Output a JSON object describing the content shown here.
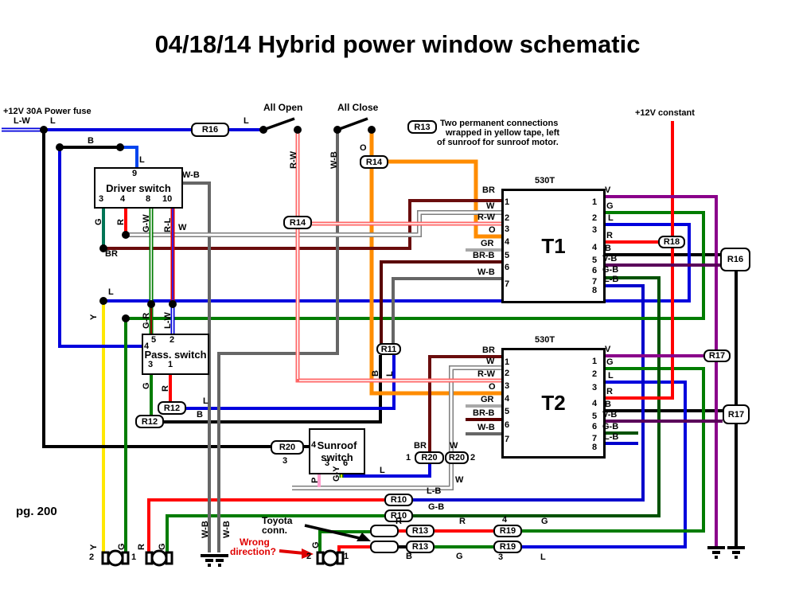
{
  "title": "04/18/14 Hybrid power window schematic",
  "page_ref": "pg. 200",
  "colors": {
    "wire_blue": "#0000dd",
    "wire_green": "#007c00",
    "wire_dark_green": "#005200",
    "wire_red": "#ff0000",
    "wire_maroon": "#6a0d0d",
    "wire_orange": "#ff8c00",
    "wire_yellow": "#ffe800",
    "wire_purple": "#8a008a",
    "wire_dark_purple": "#5a005a",
    "wire_gray": "#666666",
    "wire_light_gray": "#a8a8a8",
    "wire_pink": "#ff9ecd",
    "note_red": "#e00000",
    "wire_black": "#000000"
  },
  "components": {
    "driver_switch": "Driver switch",
    "pass_switch": "Pass. switch",
    "sunroof_line1": "Sunroof",
    "sunroof_line2": "switch",
    "t1": "T1",
    "t2": "T2",
    "t1_type": "530T",
    "t2_type": "530T"
  },
  "connectors": [
    {
      "id": "r16_top",
      "label": "R16"
    },
    {
      "id": "r14_a",
      "label": "R14"
    },
    {
      "id": "r14_b",
      "label": "R14"
    },
    {
      "id": "r13_top",
      "label": "R13"
    },
    {
      "id": "r18",
      "label": "R18"
    },
    {
      "id": "r16_r",
      "label": "R16"
    },
    {
      "id": "r17_a",
      "label": "R17"
    },
    {
      "id": "r17_b",
      "label": "R17"
    },
    {
      "id": "r11",
      "label": "R11"
    },
    {
      "id": "r12_a",
      "label": "R12"
    },
    {
      "id": "r12_b",
      "label": "R12"
    },
    {
      "id": "r20_sun",
      "label": "R20"
    },
    {
      "id": "r20_1",
      "label": "R20"
    },
    {
      "id": "r20_2",
      "label": "R20"
    },
    {
      "id": "r10_a",
      "label": "R10"
    },
    {
      "id": "r10_b",
      "label": "R10"
    },
    {
      "id": "r13_a",
      "label": "R13"
    },
    {
      "id": "r13_b",
      "label": "R13"
    },
    {
      "id": "r19_a",
      "label": "R19"
    },
    {
      "id": "r19_b",
      "label": "R19"
    },
    {
      "id": "conn_blank_a",
      "label": ""
    },
    {
      "id": "conn_blank_b",
      "label": ""
    }
  ],
  "labels": {
    "power_fuse": "+12V 30A Power fuse",
    "lw_top": "L-W",
    "l_1": "L",
    "l_2": "L",
    "b_top": "B",
    "l_pin9": "L",
    "all_open": "All Open",
    "all_close": "All Close",
    "rw_vert": "R-W",
    "wb_vert": "W-B",
    "o_vert": "O",
    "r13_note_1": "Two permanent connections",
    "r13_note_2": "wrapped in yellow tape, left",
    "r13_note_3": "of sunroof for sunroof motor.",
    "v12_constant": "+12V constant",
    "ds_pin9": "9",
    "ds_pin3": "3",
    "ds_pin4": "4",
    "ds_pin8": "8",
    "ds_pin10": "10",
    "ds_wb": "W-B",
    "ds_g": "G",
    "ds_r": "R",
    "ds_gw": "G-W",
    "ds_rl": "R-L",
    "w_mid": "W",
    "br_mid": "BR",
    "l_bus": "L",
    "y_top": "Y",
    "gr_mid": "G-R",
    "lw_mid": "L-W",
    "ps_pin5": "5",
    "ps_pin2": "2",
    "ps_pin4": "4",
    "ps_pin3": "3",
    "ps_pin1": "1",
    "ps_g": "G",
    "ps_r": "R",
    "r12_l": "L",
    "r12_b": "B",
    "r11_b": "B",
    "r11_l": "L",
    "sun_pin4": "4",
    "sun_pin3": "3",
    "sun_pin6": "6",
    "r20sun_num": "3",
    "sun_p": "P",
    "sun_gy": "G-Y",
    "sun_l": "L",
    "r20_br": "BR",
    "r20_w": "W",
    "r20_num1": "1",
    "r20_num2": "2",
    "w_below_r20": "W",
    "t1l_br": "BR",
    "t1l_w": "W",
    "t1l_rw": "R-W",
    "t1l_o": "O",
    "t1l_gr": "GR",
    "t1l_brb": "BR-B",
    "t1l_wb": "W-B",
    "t1ln_1": "1",
    "t1ln_2": "2",
    "t1ln_3": "3",
    "t1ln_4": "4",
    "t1ln_5": "5",
    "t1ln_6": "6",
    "t1ln_7": "7",
    "t1rn_1": "1",
    "t1rn_2": "2",
    "t1rn_3": "3",
    "t1rn_4": "4",
    "t1rn_5": "5",
    "t1rn_6": "6",
    "t1rn_7": "7",
    "t1rn_8": "8",
    "t1r_v": "V",
    "t1r_g": "G",
    "t1r_l": "L",
    "t1r_r": "R",
    "t1r_b": "B",
    "t1r_vb": "V-B",
    "t1r_gb": "G-B",
    "t1r_lb": "L-B",
    "t2l_br": "BR",
    "t2l_w": "W",
    "t2l_rw": "R-W",
    "t2l_o": "O",
    "t2l_gr": "GR",
    "t2l_brb": "BR-B",
    "t2l_wb": "W-B",
    "t2ln_1": "1",
    "t2ln_2": "2",
    "t2ln_3": "3",
    "t2ln_4": "4",
    "t2ln_5": "5",
    "t2ln_6": "6",
    "t2ln_7": "7",
    "t2rn_1": "1",
    "t2rn_2": "2",
    "t2rn_3": "3",
    "t2rn_4": "4",
    "t2rn_5": "5",
    "t2rn_6": "6",
    "t2rn_7": "7",
    "t2rn_8": "8",
    "t2r_v": "V",
    "t2r_g": "G",
    "t2r_l": "L",
    "t2r_r": "R",
    "t2r_b": "B",
    "t2r_vb": "V-B",
    "t2r_gb": "G-B",
    "t2r_lb": "L-B",
    "lb_row": "L-B",
    "gb_row": "G-B",
    "row3_r1": "R",
    "row3_r2": "R",
    "row3_4": "4",
    "row3_g": "G",
    "row4_b": "B",
    "row4_g": "G",
    "row4_3": "3",
    "row4_l": "L",
    "toyota_1": "Toyota",
    "toyota_2": "conn.",
    "wrong_1": "Wrong",
    "wrong_2": "direction?",
    "m1_y": "Y",
    "m1_g": "G",
    "m1_2": "2",
    "m1_1": "1",
    "m2_r": "R",
    "m2_g": "G",
    "wb_g1": "W-B",
    "wb_g2": "W-B",
    "m3_g": "G",
    "m3_2": "2",
    "m3_1": "1"
  }
}
